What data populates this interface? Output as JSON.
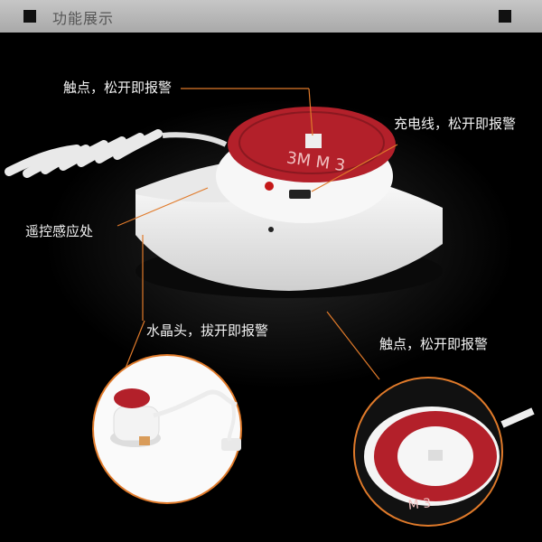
{
  "header": {
    "title": "功能展示"
  },
  "callouts": {
    "contact_top": "触点，松开即报警",
    "charge_cable": "充电线，松开即报警",
    "remote_sensor": "遥控感应处",
    "crystal_head": "水晶头，拔开即报警",
    "contact_bottom": "触点，松开即报警"
  },
  "product": {
    "tape_text": "3M M 3"
  },
  "colors": {
    "header_bg": "#b8b8b8",
    "accent_line": "#e07a2a",
    "adhesive_red": "#b3202a",
    "device_white": "#f2f2f2"
  }
}
